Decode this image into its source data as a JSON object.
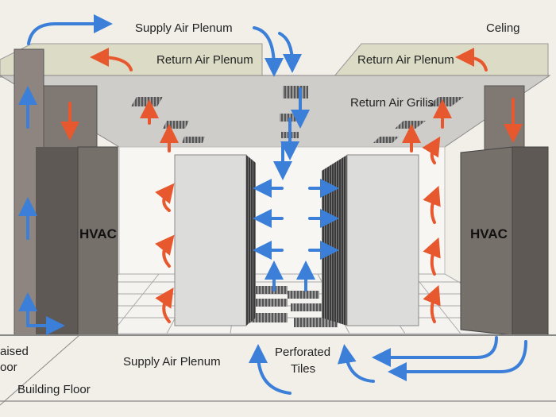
{
  "diagram": {
    "labels": {
      "supply_air_plenum_top": "Supply Air Plenum",
      "ceiling": "Celing",
      "return_air_plenum_left": "Return Air Plenum",
      "return_air_plenum_right": "Return Air Plenum",
      "return_air_grilles": "Return Air Grilis",
      "hvac_left": "HVAC",
      "hvac_right": "HVAC",
      "raised_floor_line1": "aised",
      "raised_floor_line2": "oor",
      "building_floor": "Building Floor",
      "supply_air_plenum_bottom": "Supply Air Plenum",
      "perforated_tiles_line1": "Perforated",
      "perforated_tiles_line2": "Tiles"
    },
    "colors": {
      "supply_air": "#3b7fd9",
      "return_air": "#e8582e",
      "hvac_unit": "#76706b",
      "ceiling": "#cfcdca",
      "plenum": "#dcdcc6",
      "background": "#f2efe9"
    }
  }
}
